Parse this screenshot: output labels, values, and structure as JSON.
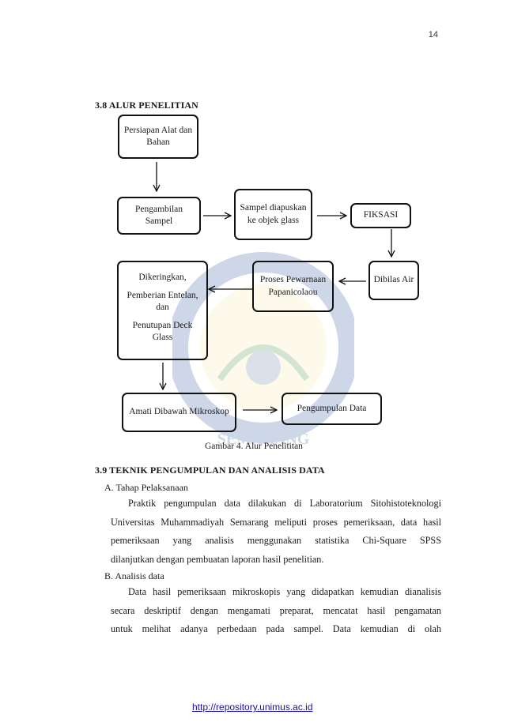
{
  "page_number": "14",
  "section_38": {
    "title": "3.8 ALUR PENELITIAN"
  },
  "diagram": {
    "nodes": {
      "persiapan": "Persiapan Alat dan Bahan",
      "pengambilan": "Pengambilan Sampel",
      "sampel": "Sampel diapuskan ke objek glass",
      "fiksasi": "FIKSASI",
      "dibilas": "Dibilas Air",
      "pewarnaan": "Proses Pewarnaan Papanicolaou",
      "dikeringkan": [
        "Dikeringkan,",
        "Pemberian Entelan, dan",
        "Penutupan Deck Glass"
      ],
      "amati": "Amati Dibawah Mikroskop",
      "pengumpulan": "Pengumpulan Data"
    },
    "caption": "Gambar 4. Alur Penelititan",
    "watermark_text": "SEMARANG"
  },
  "section_39": {
    "title": "3.9 TEKNIK PENGUMPULAN DAN ANALISIS DATA",
    "sub_a": "A. Tahap Pelaksanaan",
    "para_a": [
      "Praktik pengumpulan data dilakukan di Laboratorium Sitohistoteknologi",
      "Universitas Muhammadiyah Semarang meliputi proses pemeriksaan, data hasil",
      "pemeriksaan yang analisis menggunakan statistika Chi-Square SPSS",
      "dilanjutkan dengan pembuatan laporan hasil penelitian."
    ],
    "sub_b": "B. Analisis data",
    "para_b": [
      "Data hasil pemeriksaan mikroskopis yang didapatkan kemudian dianalisis",
      "secara deskriptif dengan mengamati preparat, mencatat hasil pengamatan",
      "untuk melihat adanya perbedaan pada sampel. Data kemudian di olah"
    ]
  },
  "footer": {
    "link": "http://repository.unimus.ac.id"
  }
}
